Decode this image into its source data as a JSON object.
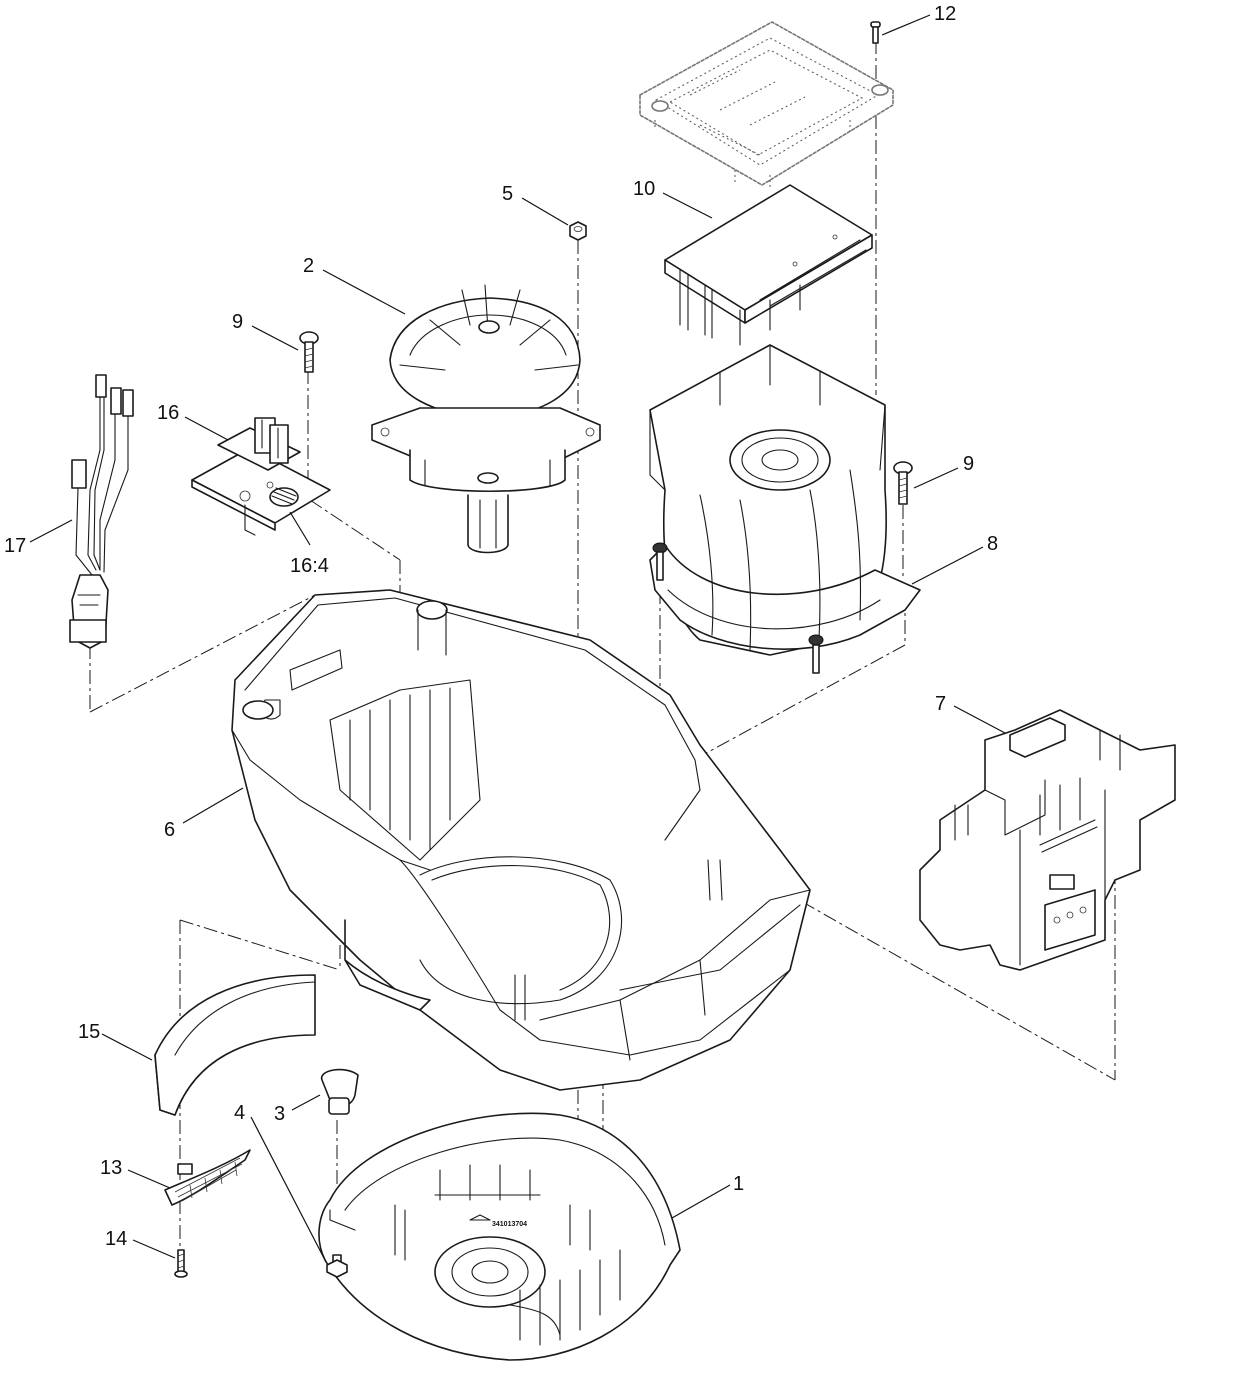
{
  "callouts": [
    {
      "id": "c12",
      "label": "12"
    },
    {
      "id": "c10",
      "label": "10"
    },
    {
      "id": "c5",
      "label": "5"
    },
    {
      "id": "c2",
      "label": "2"
    },
    {
      "id": "c9a",
      "label": "9"
    },
    {
      "id": "c16",
      "label": "16"
    },
    {
      "id": "c9b",
      "label": "9"
    },
    {
      "id": "c8",
      "label": "8"
    },
    {
      "id": "c17",
      "label": "17"
    },
    {
      "id": "c164",
      "label": "16:4"
    },
    {
      "id": "c7",
      "label": "7"
    },
    {
      "id": "c6",
      "label": "6"
    },
    {
      "id": "c15",
      "label": "15"
    },
    {
      "id": "c3",
      "label": "3"
    },
    {
      "id": "c13",
      "label": "13"
    },
    {
      "id": "c1",
      "label": "1"
    },
    {
      "id": "c14",
      "label": "14"
    },
    {
      "id": "c4",
      "label": "4"
    }
  ],
  "base_marking": "341013704"
}
